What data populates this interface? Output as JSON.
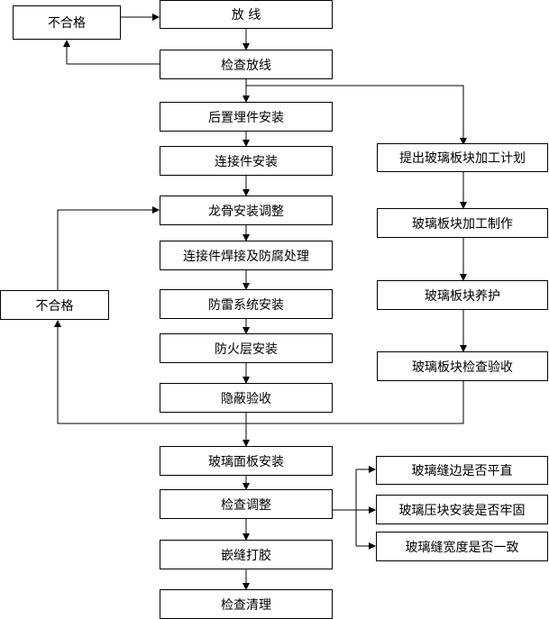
{
  "main": {
    "fang_xian": "放 线",
    "jian_cha_fang_xian": "检查放线",
    "hou_zhi_mai_jian": "后置埋件安装",
    "lian_jie_jian_an_zhuang": "连接件安装",
    "long_gu_tiao_zheng": "龙骨安装调整",
    "lian_jie_jian_han_jie": "连接件焊接及防腐处理",
    "fang_lei": "防雷系统安装",
    "fang_huo_ceng": "防火层安装",
    "yin_bi_yan_shou": "隐蔽验收",
    "bo_li_mian_ban": "玻璃面板安装",
    "jian_cha_tiao_zheng": "检查调整",
    "qian_feng_da_jiao": "嵌缝打胶",
    "jian_cha_qing_li": "检查清理"
  },
  "reject": {
    "top": "不合格",
    "middle": "不合格"
  },
  "glass_branch": {
    "plan": "提出玻璃板块加工计划",
    "fabricate": "玻璃板块加工制作",
    "cure": "玻璃板块养护",
    "inspect": "玻璃板块检查验收"
  },
  "check_items": {
    "flat": "玻璃缝边是否平直",
    "firm": "玻璃压块安装是否牢固",
    "width": "玻璃缝宽度是否一致"
  }
}
